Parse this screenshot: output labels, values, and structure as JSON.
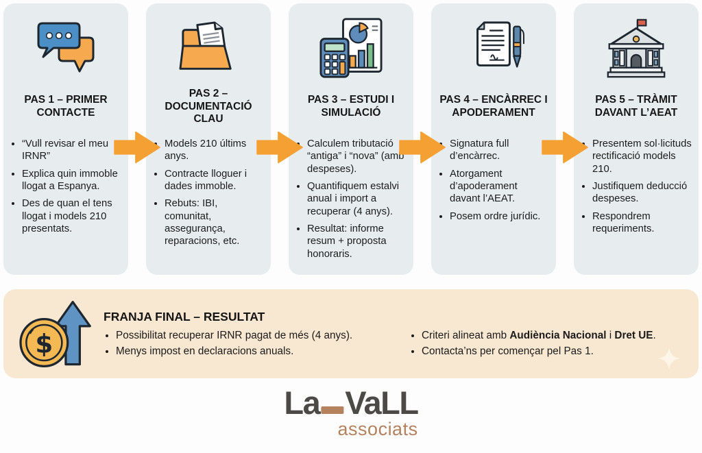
{
  "colors": {
    "card_bg": "#e7edef",
    "banner_bg": "#f8e7d1",
    "arrow_orange": "#f5a033",
    "icon_blue": "#4c8fc6",
    "icon_orange": "#f6a94e",
    "text": "#1b1b1b",
    "logo_dark": "#4c4a47",
    "logo_brown": "#b5825e"
  },
  "steps": [
    {
      "icon": "chat-bubbles-icon",
      "title": "PAS 1 – PRIMER CONTACTE",
      "bullets": [
        "“Vull revisar el meu IRNR”",
        "Explica quin immoble llogat a Espanya.",
        "Des de quan el tens llogat i models 210 presentats."
      ]
    },
    {
      "icon": "folder-documents-icon",
      "title": "PAS 2 – DOCUMENTACIÓ CLAU",
      "bullets": [
        "Models 210 últims anys.",
        "Contracte lloguer i dades immoble.",
        "Rebuts: IBI, comunitat, assegurança, reparacions, etc."
      ]
    },
    {
      "icon": "calculator-chart-icon",
      "title": "PAS 3 – ESTUDI I SIMULACIÓ",
      "bullets": [
        "Calculem tributació “antiga” i “nova” (amb despeses).",
        "Quantifiquem estalvi anual i import a recuperar (4 anys).",
        "Resultat: informe resum + proposta honoraris."
      ]
    },
    {
      "icon": "contract-pen-icon",
      "title": "PAS 4 – ENCÀRREC I APODERAMENT",
      "bullets": [
        "Signatura full d’encàrrec.",
        "Atorgament d’apoderament davant l’AEAT.",
        "Posem ordre jurídic."
      ]
    },
    {
      "icon": "bank-building-icon",
      "title": "PAS 5 – TRÀMIT DAVANT L’AEAT",
      "bullets": [
        "Presentem sol·licituds rectificació models 210.",
        "Justifiquem deducció despeses.",
        "Respondrem requeriments."
      ]
    }
  ],
  "flow_arrow_icon": "arrow-right-icon",
  "banner": {
    "icon": "coin-growth-icon",
    "sparkle_icon": "sparkle-icon",
    "title": "FRANJA FINAL – RESULTAT",
    "left_bullets": [
      "Possibilitat recuperar IRNR pagat de més (4 anys).",
      "Menys impost en declaracions anuals."
    ],
    "right_bullet_1": {
      "pre": "Criteri alineat amb ",
      "bold_1": "Audiència Nacional",
      "mid": " i ",
      "bold_2": "Dret UE",
      "post": "."
    },
    "right_bullet_2": "Contacta’ns per començar pel Pas 1."
  },
  "logo": {
    "brand_left": "La",
    "brand_right": "VaLL",
    "subtitle": "associats"
  }
}
